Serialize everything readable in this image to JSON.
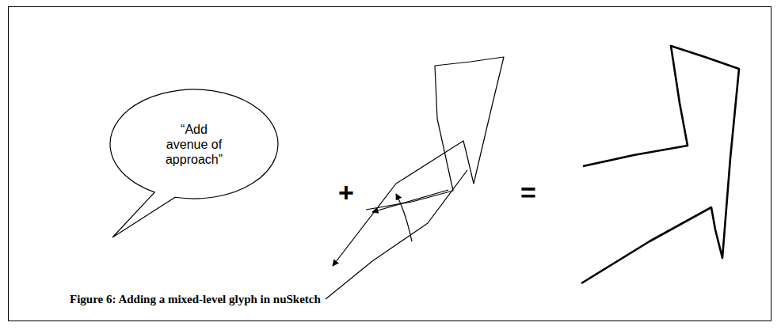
{
  "diagram": {
    "caption": "Figure 6: Adding a mixed-level glyph in nuSketch",
    "nodes": [
      {
        "text": [
          "“Add avenue of approach”"
        ]
      }
    ],
    "labels": [
      "+",
      "="
    ]
  }
}
